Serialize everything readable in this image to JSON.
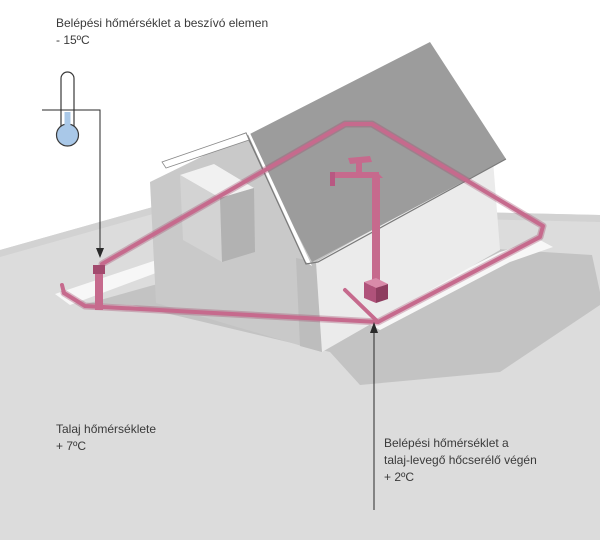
{
  "labels": {
    "inlet": {
      "line1": "Belépési hőmérséklet a beszívó elemen",
      "line2": "- 15ºC"
    },
    "ground": {
      "line1": "Talaj hőmérséklete",
      "line2": "+ 7ºC"
    },
    "outlet": {
      "line1": "Belépési hőmérséklet a",
      "line2": "talaj-levegő hőcserélő végén",
      "line3": "+ 2ºC"
    }
  },
  "colors": {
    "pipe": "#c66a8d",
    "pipe_dark": "#a24a6e",
    "thermometer": "#a9c8e8",
    "ground": "#dcdcdc",
    "shadow": "#c3c3c3",
    "wall_light": "#ececec",
    "wall_dark": "#b4b4b4",
    "roof": "#9c9c9c"
  },
  "icons": [
    "thermometer-icon",
    "arrow-down-icon",
    "arrow-up-icon"
  ]
}
